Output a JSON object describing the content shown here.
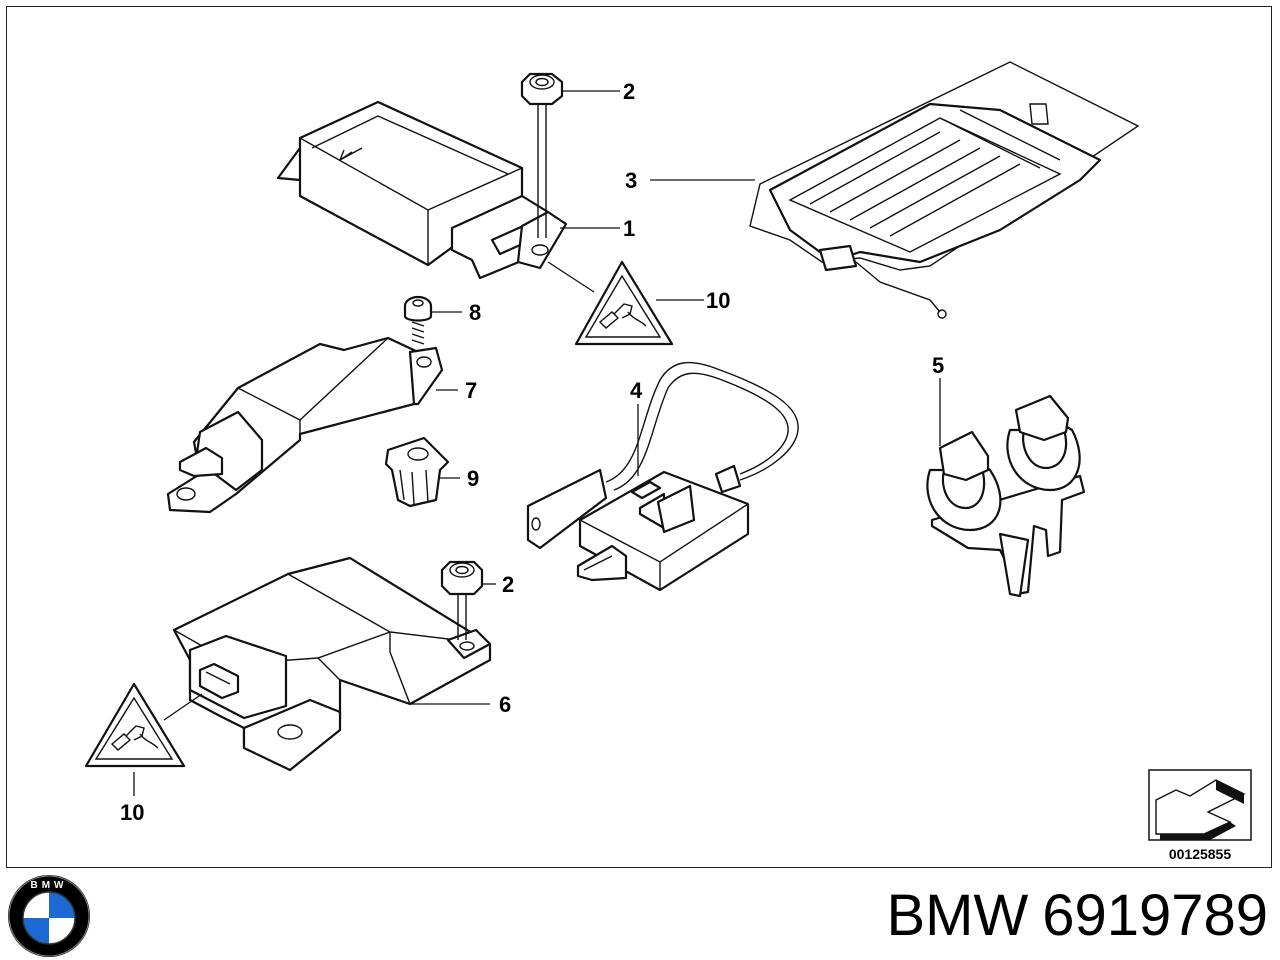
{
  "diagram": {
    "part_labels": {
      "p1": "1",
      "p2_top": "2",
      "p2_bottom": "2",
      "p3": "3",
      "p4": "4",
      "p5": "5",
      "p6": "6",
      "p7": "7",
      "p8": "8",
      "p9": "9",
      "p10_top": "10",
      "p10_bottom": "10"
    },
    "reference_code": "00125855"
  },
  "footer": {
    "brand": "BMW",
    "part_number": "6919789",
    "logo_text": "BMW",
    "logo_colors": {
      "blue": "#1c69d4",
      "white": "#ffffff",
      "black": "#000000"
    }
  }
}
